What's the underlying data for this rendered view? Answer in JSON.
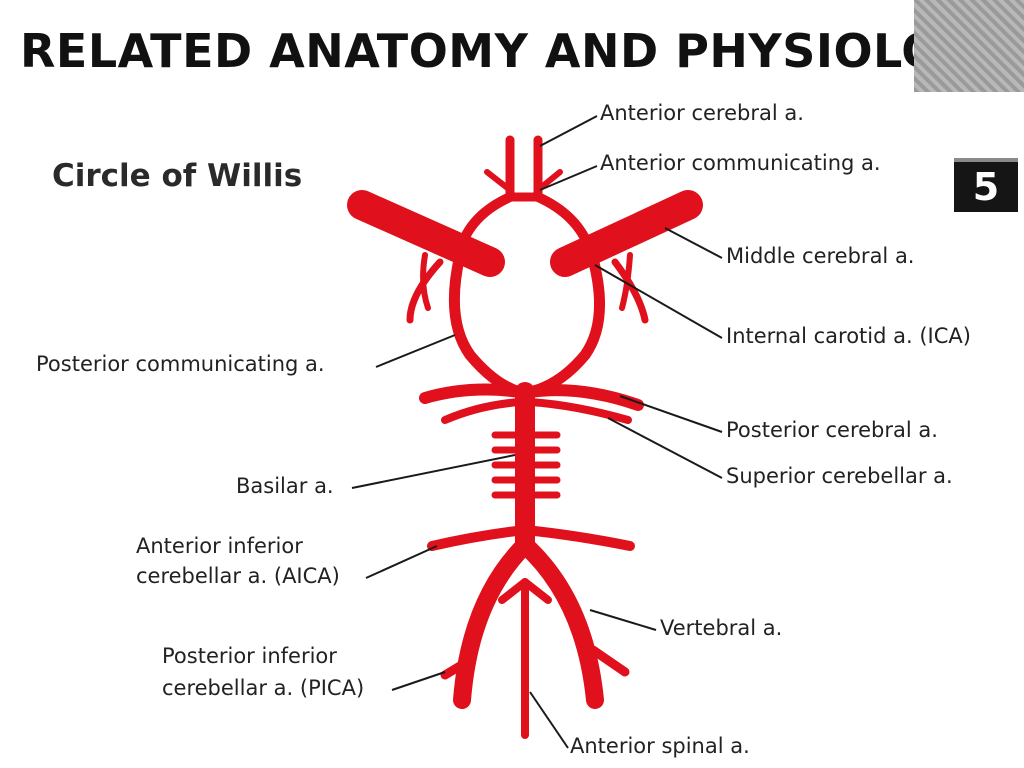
{
  "slide": {
    "title": "RELATED ANATOMY AND PHYSIOLOGY"
  },
  "figure": {
    "title": "Circle of Willis",
    "number": "5",
    "colors": {
      "artery": "#e0101c",
      "artery_dark": "#b00712",
      "leader": "#1a1a1a"
    }
  },
  "labels": {
    "anterior_cerebral": "Anterior cerebral a.",
    "anterior_communicating": "Anterior communicating a.",
    "middle_cerebral": "Middle cerebral a.",
    "internal_carotid": "Internal carotid a. (ICA)",
    "posterior_communicating": "Posterior communicating a.",
    "posterior_cerebral": "Posterior cerebral a.",
    "superior_cerebellar": "Superior cerebellar a.",
    "basilar": "Basilar a.",
    "aica_line1": "Anterior inferior",
    "aica_line2": "cerebellar a. (AICA)",
    "vertebral": "Vertebral a.",
    "pica_line1": "Posterior inferior",
    "pica_line2": "cerebellar a. (PICA)",
    "anterior_spinal": "Anterior spinal a."
  }
}
